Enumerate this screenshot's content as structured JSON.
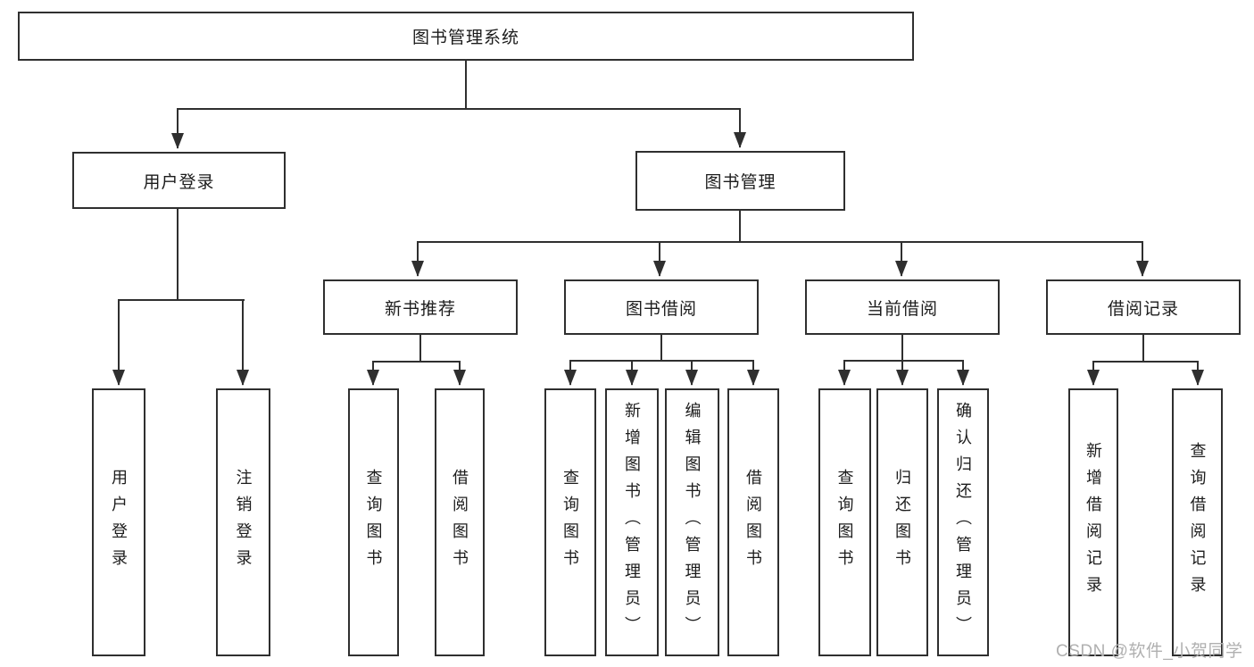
{
  "diagram": {
    "type": "hierarchy-tree",
    "root": {
      "label": "图书管理系统",
      "children": [
        {
          "label": "用户登录",
          "children": [
            {
              "label": "用户登录"
            },
            {
              "label": "注销登录"
            }
          ]
        },
        {
          "label": "图书管理",
          "children": [
            {
              "label": "新书推荐",
              "children": [
                {
                  "label": "查询图书"
                },
                {
                  "label": "借阅图书"
                }
              ]
            },
            {
              "label": "图书借阅",
              "children": [
                {
                  "label": "查询图书"
                },
                {
                  "label": "新增图书（管理员）"
                },
                {
                  "label": "编辑图书（管理员）"
                },
                {
                  "label": "借阅图书"
                }
              ]
            },
            {
              "label": "当前借阅",
              "children": [
                {
                  "label": "查询图书"
                },
                {
                  "label": "归还图书"
                },
                {
                  "label": "确认归还（管理员）"
                }
              ]
            },
            {
              "label": "借阅记录",
              "children": [
                {
                  "label": "新增借阅记录"
                },
                {
                  "label": "查询借阅记录"
                }
              ]
            }
          ]
        }
      ]
    }
  },
  "watermark": {
    "text": "CSDN @软件_小贺同学",
    "color": "#b0b0b0"
  },
  "colors": {
    "background": "#ffffff",
    "line": "#2f2f2f",
    "border": "#2f2f2f",
    "text": "#1c1c1c"
  }
}
